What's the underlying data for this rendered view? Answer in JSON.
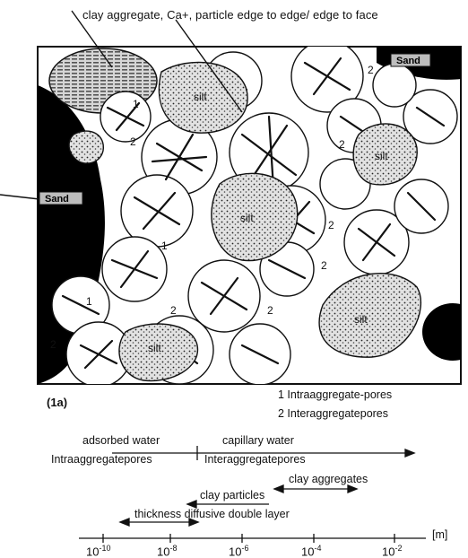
{
  "caption_top": "clay aggregate, Ca+, particle edge to edge/ edge to face",
  "labels": {
    "sand": "Sand",
    "silt": "silt",
    "pore1": "1",
    "pore2": "2"
  },
  "figure_id": "(1a)",
  "legend": [
    "1 Intraaggregate-pores",
    "2 Interaggregatepores"
  ],
  "scale": {
    "adsorbed": "adsorbed water",
    "capillary": "capillary water",
    "intra": "Intraaggregatepores",
    "inter": "Interaggregatepores",
    "clay_aggregates": "clay aggregates",
    "clay_particles": "clay particles",
    "thickness": "thickness diffusive double layer",
    "unit": "[m]",
    "ticks": [
      {
        "base": "10",
        "exp": "-10"
      },
      {
        "base": "10",
        "exp": "-8"
      },
      {
        "base": "10",
        "exp": "-6"
      },
      {
        "base": "10",
        "exp": "-4"
      },
      {
        "base": "10",
        "exp": "-2"
      }
    ]
  },
  "colors": {
    "ink": "#111111",
    "sand_fill": "#000000",
    "silt_fill": "#d4d4d4",
    "hatch_fill": "#bbbbbb"
  }
}
